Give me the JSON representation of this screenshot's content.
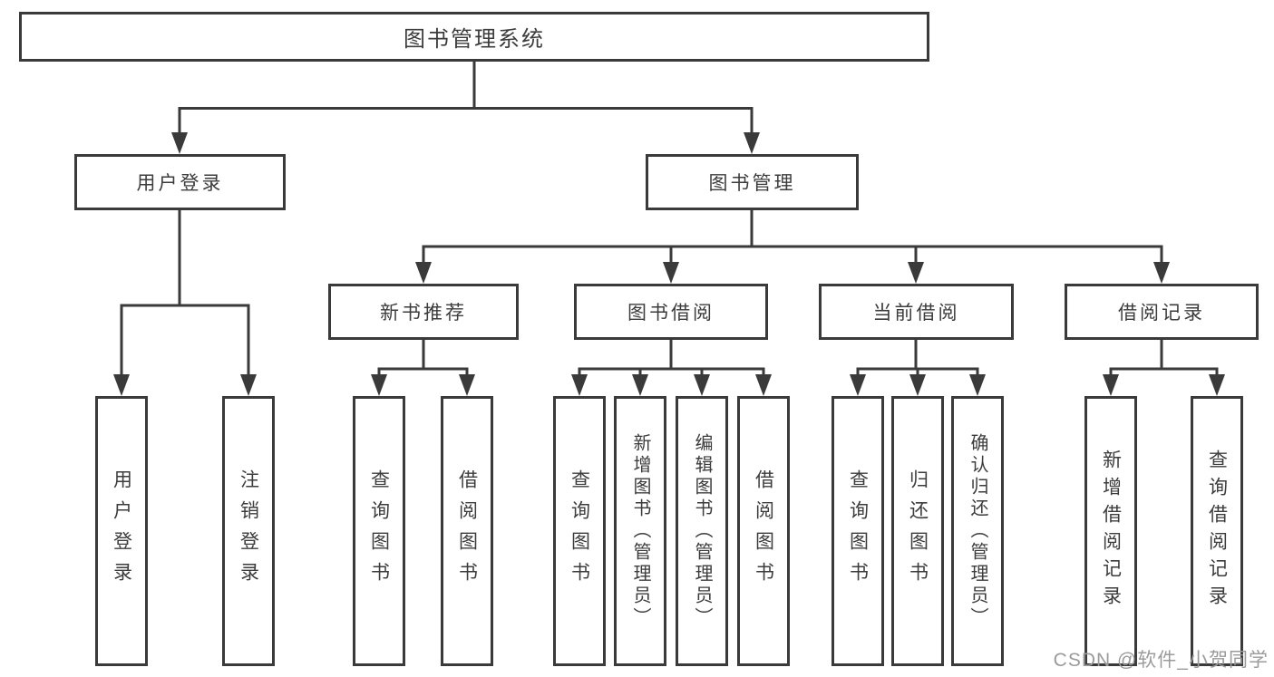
{
  "colors": {
    "line": "#3a3a3a",
    "ink": "#3c3c3c",
    "wm": "#9b9b9b"
  },
  "tree": {
    "root": "图书管理系统",
    "branches": [
      {
        "label": "用户登录",
        "children": [
          "用户登录",
          "注销登录"
        ]
      },
      {
        "label": "图书管理",
        "groups": [
          {
            "label": "新书推荐",
            "children": [
              "查询图书",
              "借阅图书"
            ]
          },
          {
            "label": "图书借阅",
            "children": [
              "查询图书",
              "新增图书（管理员）",
              "编辑图书（管理员）",
              "借阅图书"
            ]
          },
          {
            "label": "当前借阅",
            "children": [
              "查询图书",
              "归还图书",
              "确认归还（管理员）"
            ]
          },
          {
            "label": "借阅记录",
            "children": [
              "新增借阅记录",
              "查询借阅记录"
            ]
          }
        ]
      }
    ]
  },
  "watermark": {
    "text": "CSDN @软件_小贺同学"
  }
}
